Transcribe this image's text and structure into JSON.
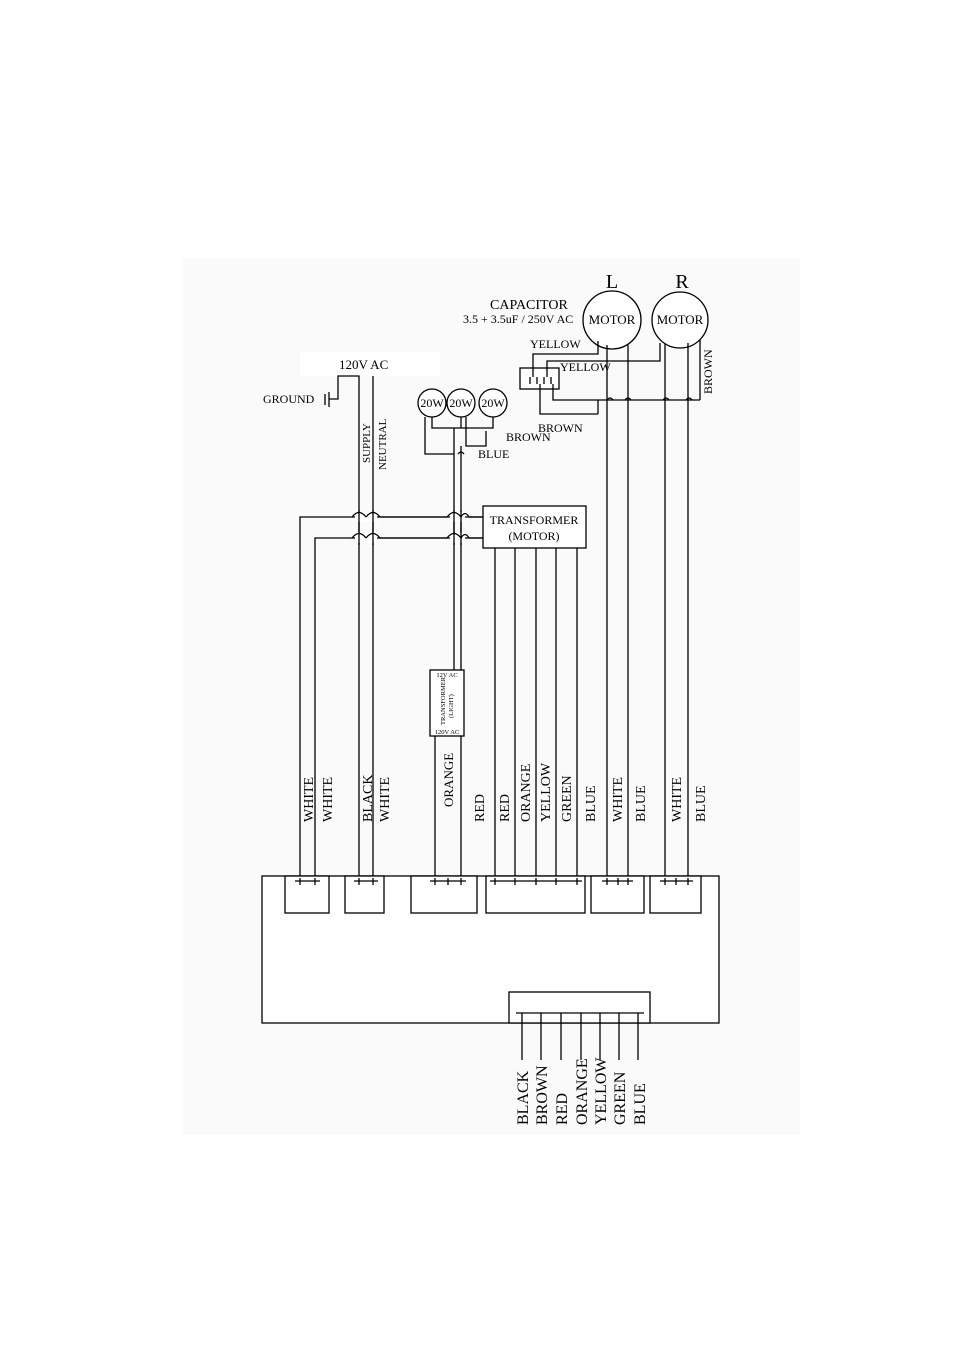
{
  "motors": {
    "left_letter": "L",
    "right_letter": "R",
    "left_label": "MOTOR",
    "right_label": "MOTOR"
  },
  "capacitor": {
    "title": "CAPACITOR",
    "spec": "3.5 + 3.5uF / 250V AC"
  },
  "capacitor_wires": {
    "yellow_1": "YELLOW",
    "yellow_2": "YELLOW",
    "brown_1": "BROWN",
    "brown_right": "BROWN"
  },
  "supply": {
    "voltage": "120V AC",
    "ground": "GROUND",
    "supply": "SUPPLY",
    "neutral": "NEUTRAL"
  },
  "lamps": {
    "lamp_1": "20W",
    "lamp_2": "20W",
    "lamp_3": "20W",
    "brown": "BROWN",
    "blue": "BLUE"
  },
  "motor_transformer": {
    "line1": "TRANSFORMER",
    "line2": "(MOTOR)"
  },
  "light_transformer": {
    "top": "12V AC",
    "line1": "TRANSFORMER",
    "line2": "(LIGHT)",
    "bottom": "120V AC"
  },
  "wire_labels": [
    "WHITE",
    "WHITE",
    "BLACK",
    "WHITE",
    "ORANGE",
    "RED",
    "RED",
    "ORANGE",
    "YELLOW",
    "GREEN",
    "BLUE",
    "WHITE",
    "BLUE",
    "WHITE",
    "BLUE"
  ],
  "bottom_labels": [
    "BLACK",
    "BROWN",
    "RED",
    "ORANGE",
    "YELLOW",
    "GREEN",
    "BLUE"
  ]
}
